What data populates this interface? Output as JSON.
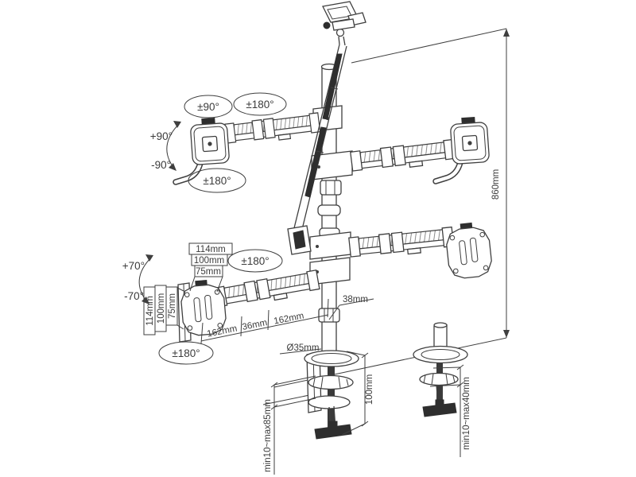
{
  "labels": {
    "upper": {
      "swivel_plate": "±90°",
      "swivel_arm": "±180°",
      "tilt_up": "+90°",
      "tilt_down": "-90°",
      "rotate_plate": "±180°"
    },
    "lower": {
      "tilt_up": "+70°",
      "tilt_down": "-70°",
      "swivel_arm": "±180°",
      "rotate_plate": "±180°"
    },
    "vesa_width": [
      "114mm",
      "100mm",
      "75mm"
    ],
    "vesa_height": [
      "114mm",
      "100mm",
      "75mm"
    ],
    "arm_segments": [
      "162mm",
      "36mm",
      "162mm"
    ],
    "pole_offset": "38mm",
    "pole_diameter": "Ø35mm",
    "pole_height": "860mm",
    "clamp_thickness": "min10~max85mm",
    "clamp_height": "100mm",
    "grommet_thickness": "min10~max40mm"
  },
  "colors": {
    "line": "#3f3f3f",
    "background": "#ffffff",
    "accent_dark": "#2e2e2e"
  }
}
